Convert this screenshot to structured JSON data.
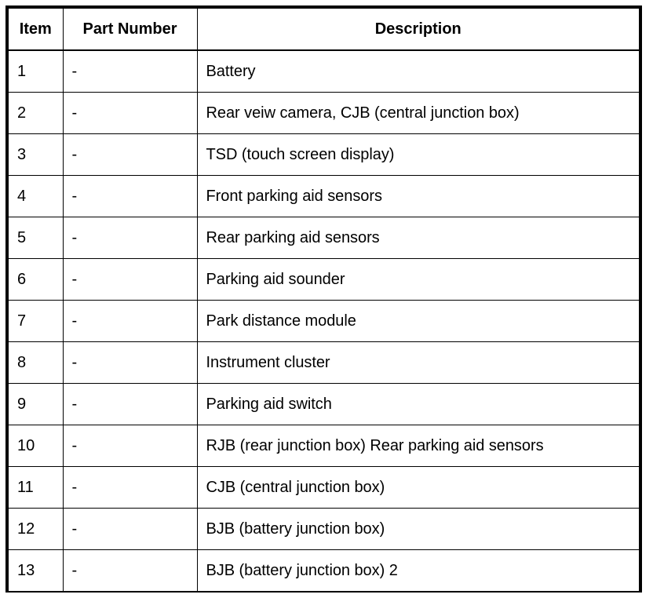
{
  "table": {
    "columns": [
      {
        "key": "item",
        "label": "Item"
      },
      {
        "key": "part_number",
        "label": "Part Number"
      },
      {
        "key": "description",
        "label": "Description"
      }
    ],
    "rows": [
      {
        "item": "1",
        "part_number": "-",
        "description": "Battery"
      },
      {
        "item": "2",
        "part_number": "-",
        "description": "Rear veiw camera, CJB (central junction box)"
      },
      {
        "item": "3",
        "part_number": "-",
        "description": "TSD (touch screen display)"
      },
      {
        "item": "4",
        "part_number": "-",
        "description": "Front parking aid sensors"
      },
      {
        "item": "5",
        "part_number": "-",
        "description": "Rear parking aid sensors"
      },
      {
        "item": "6",
        "part_number": "-",
        "description": "Parking aid sounder"
      },
      {
        "item": "7",
        "part_number": "-",
        "description": "Park distance module"
      },
      {
        "item": "8",
        "part_number": "-",
        "description": "Instrument cluster"
      },
      {
        "item": "9",
        "part_number": "-",
        "description": "Parking aid switch"
      },
      {
        "item": "10",
        "part_number": "-",
        "description": "RJB (rear junction box) Rear parking aid sensors"
      },
      {
        "item": "11",
        "part_number": "-",
        "description": "CJB (central junction box)"
      },
      {
        "item": "12",
        "part_number": "-",
        "description": "BJB (battery junction box)"
      },
      {
        "item": "13",
        "part_number": "-",
        "description": "BJB (battery junction box) 2"
      }
    ]
  },
  "colors": {
    "background": "#ffffff",
    "text": "#000000",
    "border": "#000000"
  }
}
